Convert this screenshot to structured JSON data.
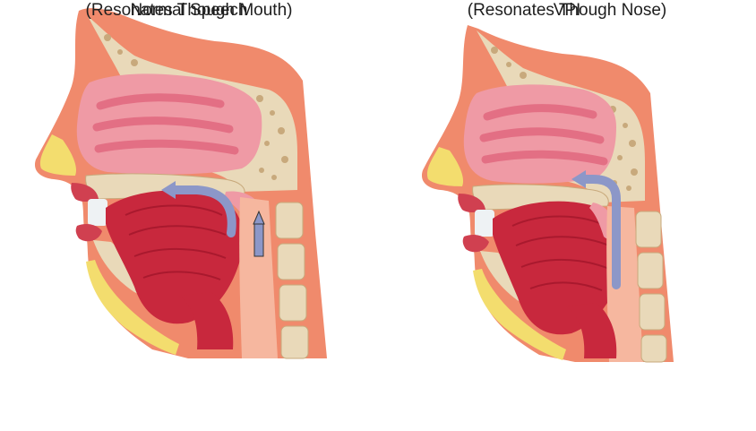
{
  "panels": [
    {
      "title": "Normal Speech",
      "subtitle": "(Resonates Though Mouth)"
    },
    {
      "title": "VPI",
      "subtitle": "(Resonates Though Nose)"
    }
  ],
  "colors": {
    "skin": "#f08a6c",
    "skin_light": "#f6b79f",
    "fat_yellow": "#f3dd6e",
    "bone": "#e9d9b9",
    "bone_spot": "#c8a97c",
    "nasal_pink": "#ef9aa5",
    "nasal_fold": "#e36f84",
    "tongue_red": "#c8283d",
    "tongue_dark": "#9d1428",
    "airflow_arrow": "#8c97c8",
    "caption_text": "#1e1e1e"
  }
}
